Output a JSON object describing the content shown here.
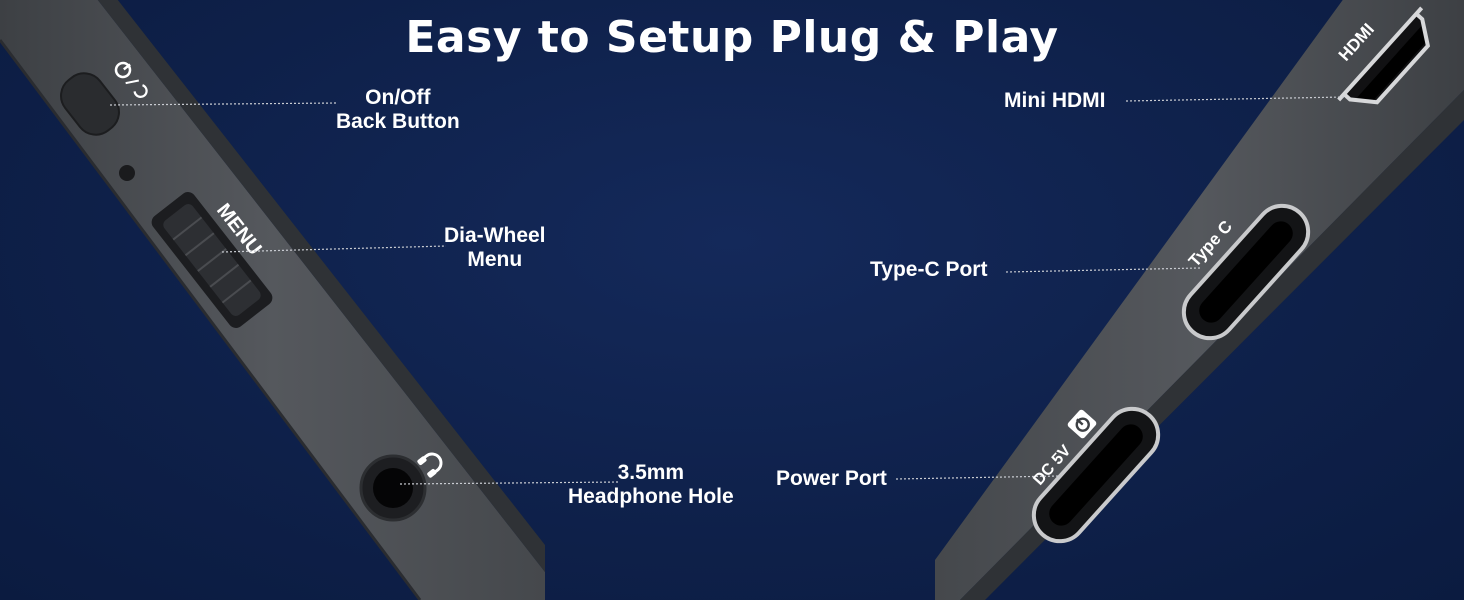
{
  "title": "Easy to Setup Plug & Play",
  "left_device": {
    "power_button": {
      "label_line1": "On/Off",
      "label_line2": "Back Button",
      "icon": "power-back-icon"
    },
    "menu_wheel": {
      "label_line1": "Dia-Wheel",
      "label_line2": "Menu",
      "printed_text": "MENU"
    },
    "headphone": {
      "label_line1": "3.5mm",
      "label_line2": "Headphone Hole",
      "icon": "headphone-icon"
    }
  },
  "right_device": {
    "hdmi": {
      "label": "Mini HDMI",
      "printed_text": "HDMI"
    },
    "type_c": {
      "label": "Type-C Port",
      "printed_text": "Type C"
    },
    "power_port": {
      "label": "Power Port",
      "printed_text": "DC 5V",
      "icon": "power-icon"
    }
  },
  "colors": {
    "background": "#0f2350",
    "device_body": "#4e5156",
    "device_edge": "#3a3d41",
    "text": "#ffffff"
  }
}
